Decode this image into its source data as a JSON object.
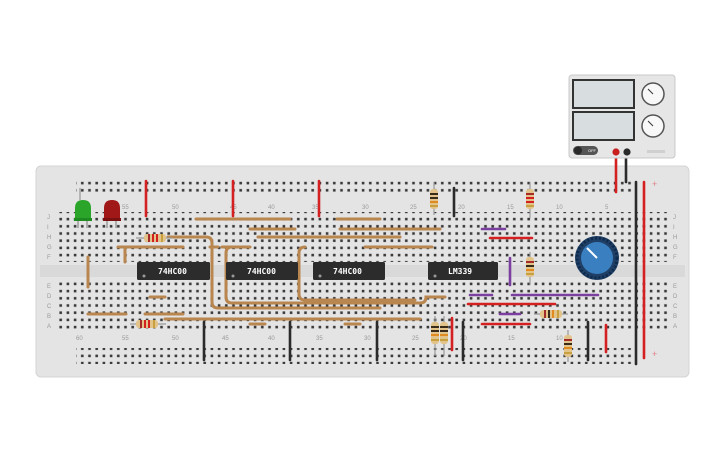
{
  "breadboard": {
    "column_numbers_top": [
      "55",
      "50",
      "45",
      "40",
      "35",
      "30",
      "25",
      "20",
      "15",
      "10",
      "5"
    ],
    "column_numbers_bottom": [
      "60",
      "55",
      "50",
      "45",
      "40",
      "35",
      "30",
      "25",
      "20",
      "15",
      "10"
    ],
    "row_letters_top": [
      "J",
      "I",
      "H",
      "G",
      "F"
    ],
    "row_letters_bottom": [
      "E",
      "D",
      "C",
      "B",
      "A"
    ],
    "rail_plus": "+"
  },
  "chips": {
    "chip1": "74HC00",
    "chip2": "74HC00",
    "chip3": "74HC00",
    "chip4": "LM339"
  },
  "power_supply": {
    "button_label": "OFF"
  },
  "colors": {
    "board": "#e4e4e4",
    "wire_brown": "#b8864e",
    "wire_red": "#d42020",
    "wire_black": "#2a2a2a",
    "wire_purple": "#7b3fa0",
    "led_green": "#2aa52a",
    "led_red": "#a01818",
    "pot_blue": "#3a7fc0"
  }
}
